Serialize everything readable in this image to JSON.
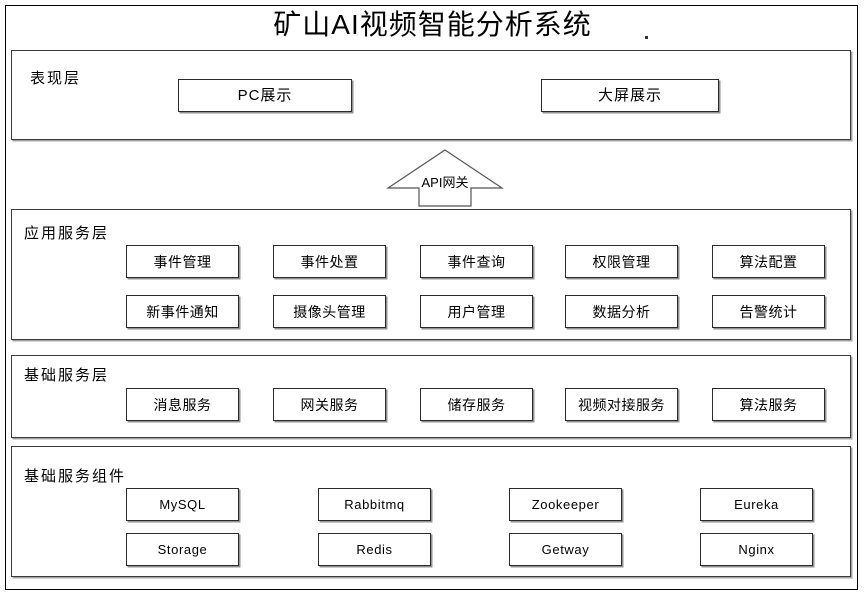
{
  "page": {
    "title": "矿山AI视频智能分析系统"
  },
  "layers": [
    {
      "id": "presentation",
      "label": "表现层",
      "items": [
        {
          "text": "PC展示"
        },
        {
          "text": "大屏展示"
        }
      ]
    },
    {
      "id": "application",
      "label": "应用服务层",
      "items": [
        {
          "text": "事件管理"
        },
        {
          "text": "事件处置"
        },
        {
          "text": "事件查询"
        },
        {
          "text": "权限管理"
        },
        {
          "text": "算法配置"
        },
        {
          "text": "新事件通知"
        },
        {
          "text": "摄像头管理"
        },
        {
          "text": "用户管理"
        },
        {
          "text": "数据分析"
        },
        {
          "text": "告警统计"
        }
      ]
    },
    {
      "id": "basic-service",
      "label": "基础服务层",
      "items": [
        {
          "text": "消息服务"
        },
        {
          "text": "网关服务"
        },
        {
          "text": "储存服务"
        },
        {
          "text": "视频对接服务"
        },
        {
          "text": "算法服务"
        }
      ]
    },
    {
      "id": "components",
      "label": "基础服务组件",
      "items": [
        {
          "text": "MySQL"
        },
        {
          "text": "Rabbitmq"
        },
        {
          "text": "Zookeeper"
        },
        {
          "text": "Eureka"
        },
        {
          "text": "Storage"
        },
        {
          "text": "Redis"
        },
        {
          "text": "Getway"
        },
        {
          "text": "Nginx"
        }
      ]
    }
  ],
  "gateway": {
    "label": "API网关",
    "icon": "up-arrow-icon"
  },
  "colors": {
    "background": "#ffffff",
    "border": "#2b2b2b",
    "text": "#000000",
    "shadow": "#6e6e6e"
  }
}
